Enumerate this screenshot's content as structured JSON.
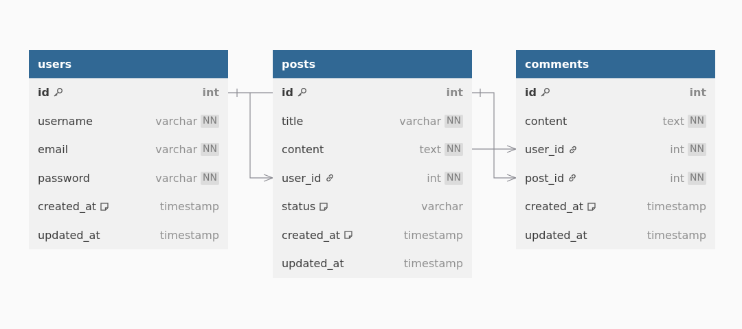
{
  "tables": {
    "users": {
      "title": "users",
      "columns": [
        {
          "name": "id",
          "type": "int",
          "pk": true,
          "icon": "key-icon",
          "nn": ""
        },
        {
          "name": "username",
          "type": "varchar",
          "nn": "NN"
        },
        {
          "name": "email",
          "type": "varchar",
          "nn": "NN"
        },
        {
          "name": "password",
          "type": "varchar",
          "nn": "NN"
        },
        {
          "name": "created_at",
          "type": "timestamp",
          "icon": "note-icon",
          "nn": ""
        },
        {
          "name": "updated_at",
          "type": "timestamp",
          "nn": ""
        }
      ]
    },
    "posts": {
      "title": "posts",
      "columns": [
        {
          "name": "id",
          "type": "int",
          "pk": true,
          "icon": "key-icon",
          "nn": ""
        },
        {
          "name": "title",
          "type": "varchar",
          "nn": "NN"
        },
        {
          "name": "content",
          "type": "text",
          "nn": "NN"
        },
        {
          "name": "user_id",
          "type": "int",
          "icon": "link-icon",
          "nn": "NN"
        },
        {
          "name": "status",
          "type": "varchar",
          "icon": "note-icon",
          "nn": ""
        },
        {
          "name": "created_at",
          "type": "timestamp",
          "icon": "note-icon",
          "nn": ""
        },
        {
          "name": "updated_at",
          "type": "timestamp",
          "nn": ""
        }
      ]
    },
    "comments": {
      "title": "comments",
      "columns": [
        {
          "name": "id",
          "type": "int",
          "pk": true,
          "icon": "key-icon",
          "nn": ""
        },
        {
          "name": "content",
          "type": "text",
          "nn": "NN"
        },
        {
          "name": "user_id",
          "type": "int",
          "icon": "link-icon",
          "nn": "NN"
        },
        {
          "name": "post_id",
          "type": "int",
          "icon": "link-icon",
          "nn": "NN"
        },
        {
          "name": "created_at",
          "type": "timestamp",
          "icon": "note-icon",
          "nn": ""
        },
        {
          "name": "updated_at",
          "type": "timestamp",
          "nn": ""
        }
      ]
    }
  },
  "colors": {
    "header": "#316894",
    "body": "#f1f1f1",
    "connector": "#8c8c93"
  }
}
